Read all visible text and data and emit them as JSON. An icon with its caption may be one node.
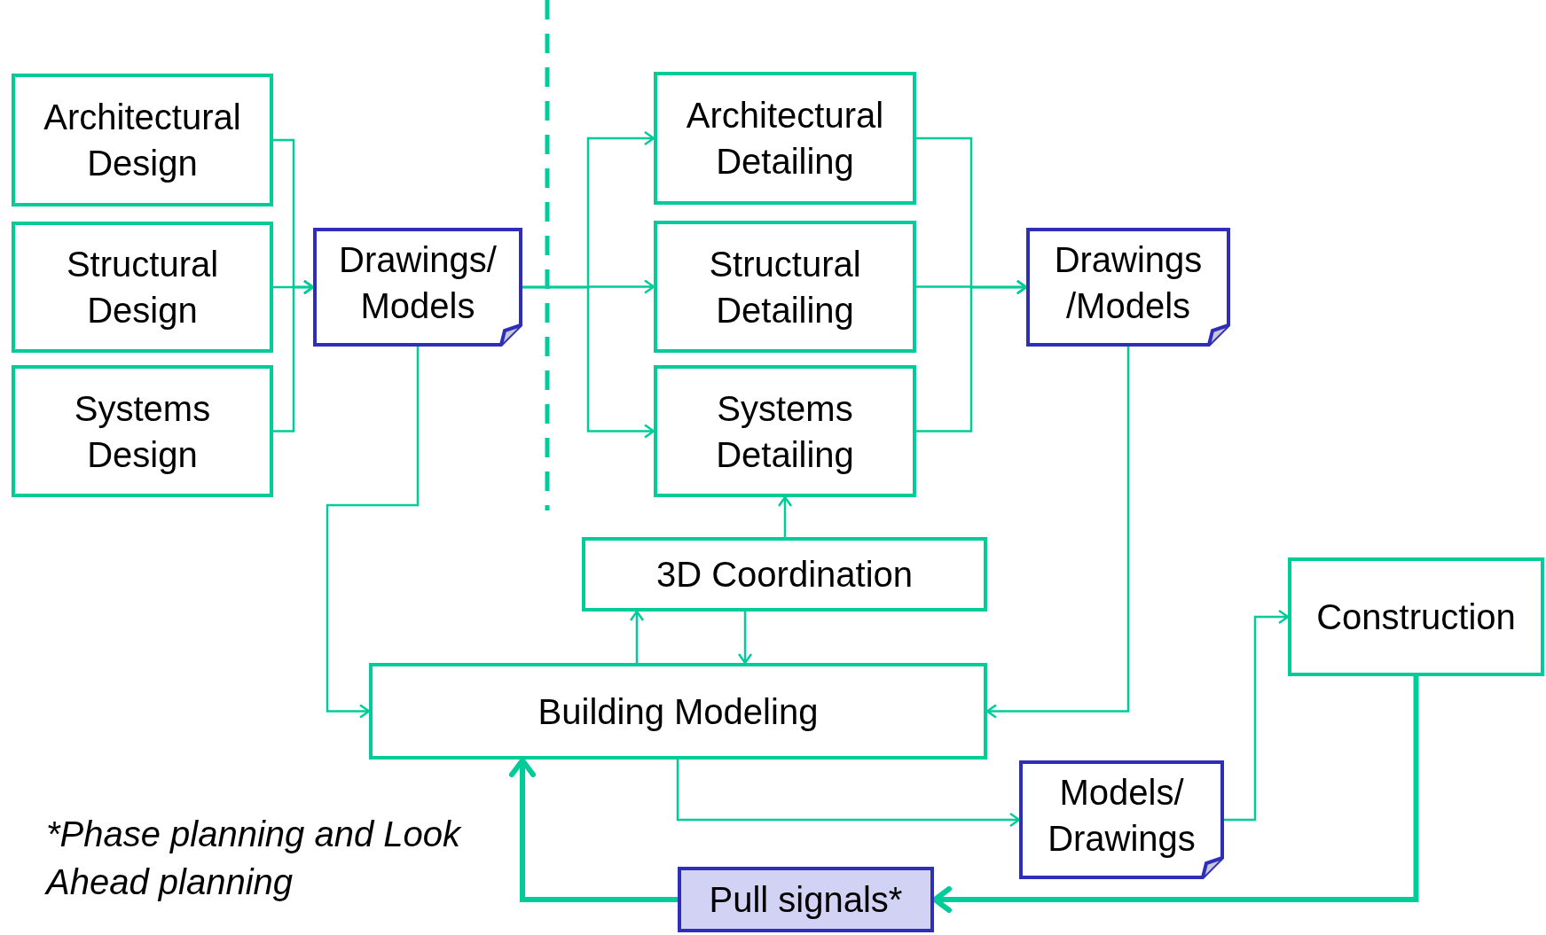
{
  "diagram": {
    "nodes": [
      {
        "text": [
          "Architectural Design"
        ]
      },
      {
        "text": [
          "Structural Design"
        ]
      },
      {
        "text": [
          "Systems Design"
        ]
      },
      {
        "text": [
          "Drawings/ Models"
        ]
      },
      {
        "text": [
          "Architectural Detailing"
        ]
      },
      {
        "text": [
          "Structural Detailing"
        ]
      },
      {
        "text": [
          "Systems Detailing"
        ]
      },
      {
        "text": [
          "Drawings /Models"
        ]
      },
      {
        "text": [
          "3D Coordination"
        ]
      },
      {
        "text": [
          "Building Modeling"
        ]
      },
      {
        "text": [
          "Construction"
        ]
      },
      {
        "text": [
          "Models/ Drawings"
        ]
      },
      {
        "text": [
          "Pull signals*"
        ]
      }
    ],
    "edges": [
      {
        "from": 0,
        "to": 3,
        "arrow": "to"
      },
      {
        "from": 1,
        "to": 3,
        "arrow": "to"
      },
      {
        "from": 2,
        "to": 3,
        "arrow": "to"
      },
      {
        "from": 3,
        "to": 4,
        "arrow": "to"
      },
      {
        "from": 3,
        "to": 5,
        "arrow": "to"
      },
      {
        "from": 3,
        "to": 6,
        "arrow": "to"
      },
      {
        "from": 4,
        "to": 7,
        "arrow": "to"
      },
      {
        "from": 5,
        "to": 7,
        "arrow": "to"
      },
      {
        "from": 6,
        "to": 7,
        "arrow": "to"
      },
      {
        "from": 3,
        "to": 9,
        "arrow": "to"
      },
      {
        "from": 7,
        "to": 9,
        "arrow": "to"
      },
      {
        "from": 8,
        "to": 6,
        "arrow": "to"
      },
      {
        "from": 9,
        "to": 8,
        "arrow": "to"
      },
      {
        "from": 8,
        "to": 9,
        "arrow": "to"
      },
      {
        "from": 9,
        "to": 11,
        "arrow": "to"
      },
      {
        "from": 11,
        "to": 10,
        "arrow": "to"
      },
      {
        "from": 10,
        "to": 12,
        "arrow": "to",
        "style": "thick"
      },
      {
        "from": 12,
        "to": 9,
        "arrow": "to",
        "style": "thick"
      }
    ],
    "labels": [
      "*Phase planning and Look Ahead planning"
    ]
  }
}
